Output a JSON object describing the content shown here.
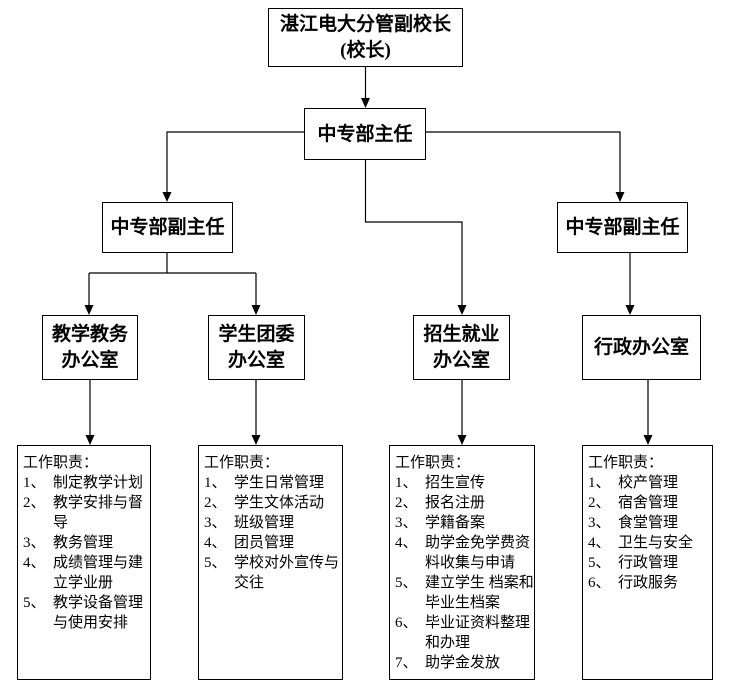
{
  "diagram": {
    "colors": {
      "line": "#000000",
      "border": "#000000",
      "text": "#000000",
      "background": "#ffffff"
    },
    "root_box": {
      "line1": "湛江电大分管副校长",
      "line2": "(校长)"
    },
    "director_box": {
      "label": "中专部主任"
    },
    "deputy_left_box": {
      "label": "中专部副主任"
    },
    "deputy_right_box": {
      "label": "中专部副主任"
    },
    "office_boxes": [
      {
        "line1": "教学教务",
        "line2": "办公室"
      },
      {
        "line1": "学生团委",
        "line2": "办公室"
      },
      {
        "line1": "招生就业",
        "line2": "办公室"
      },
      {
        "line1": "行政办公室",
        "line2": ""
      }
    ],
    "duty_lists": [
      {
        "heading": "工作职责：",
        "items": [
          {
            "num": "1、",
            "text": "制定教学计划"
          },
          {
            "num": "2、",
            "text": "教学安排与督导"
          },
          {
            "num": "3、",
            "text": "教务管理"
          },
          {
            "num": "4、",
            "text": "成绩管理与建立学业册"
          },
          {
            "num": "5、",
            "text": "教学设备管理与使用安排"
          }
        ]
      },
      {
        "heading": "工作职责：",
        "items": [
          {
            "num": "1、",
            "text": "学生日常管理"
          },
          {
            "num": "2、",
            "text": "学生文体活动"
          },
          {
            "num": "3、",
            "text": "班级管理"
          },
          {
            "num": "4、",
            "text": "团员管理"
          },
          {
            "num": "5、",
            "text": "学校对外宣传与交往"
          }
        ]
      },
      {
        "heading": "工作职责：",
        "items": [
          {
            "num": "1、",
            "text": "招生宣传"
          },
          {
            "num": "2、",
            "text": "报名注册"
          },
          {
            "num": "3、",
            "text": "学籍备案"
          },
          {
            "num": "4、",
            "text": "助学金免学费资料收集与申请"
          },
          {
            "num": "5、",
            "text": "建立学生 档案和毕业生档案"
          },
          {
            "num": "6、",
            "text": "毕业证资料整理和办理"
          },
          {
            "num": "7、",
            "text": "助学金发放"
          }
        ]
      },
      {
        "heading": "工作职责：",
        "items": [
          {
            "num": "1、",
            "text": "校产管理"
          },
          {
            "num": "2、",
            "text": "宿舍管理"
          },
          {
            "num": "3、",
            "text": "食堂管理"
          },
          {
            "num": "4、",
            "text": "卫生与安全"
          },
          {
            "num": "5、",
            "text": "行政管理"
          },
          {
            "num": "6、",
            "text": "行政服务"
          }
        ]
      }
    ]
  }
}
